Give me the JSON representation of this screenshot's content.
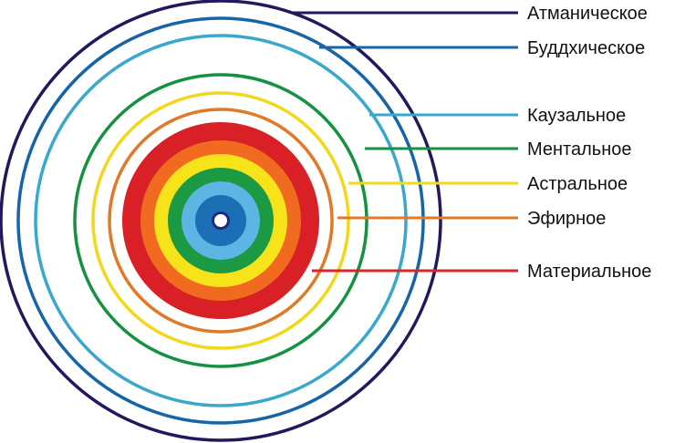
{
  "layers": [
    {
      "id": "atmanic",
      "label": "Атманическое",
      "color": "#1f1a5e"
    },
    {
      "id": "buddhic",
      "label": "Буддхическое",
      "color": "#1565a8"
    },
    {
      "id": "causal",
      "label": "Каузальное",
      "color": "#3aa7cc"
    },
    {
      "id": "mental",
      "label": "Ментальное",
      "color": "#159140"
    },
    {
      "id": "astral",
      "label": "Астральное",
      "color": "#f2d81a"
    },
    {
      "id": "etheric",
      "label": "Эфирное",
      "color": "#e07a28"
    },
    {
      "id": "material",
      "label": "Материальное",
      "color": "#d8262a"
    }
  ],
  "core_bands": [
    "#d92027",
    "#f06a20",
    "#f7e319",
    "#1c9a43",
    "#5cb5e3",
    "#1c6eb5",
    "#1c2a85"
  ]
}
